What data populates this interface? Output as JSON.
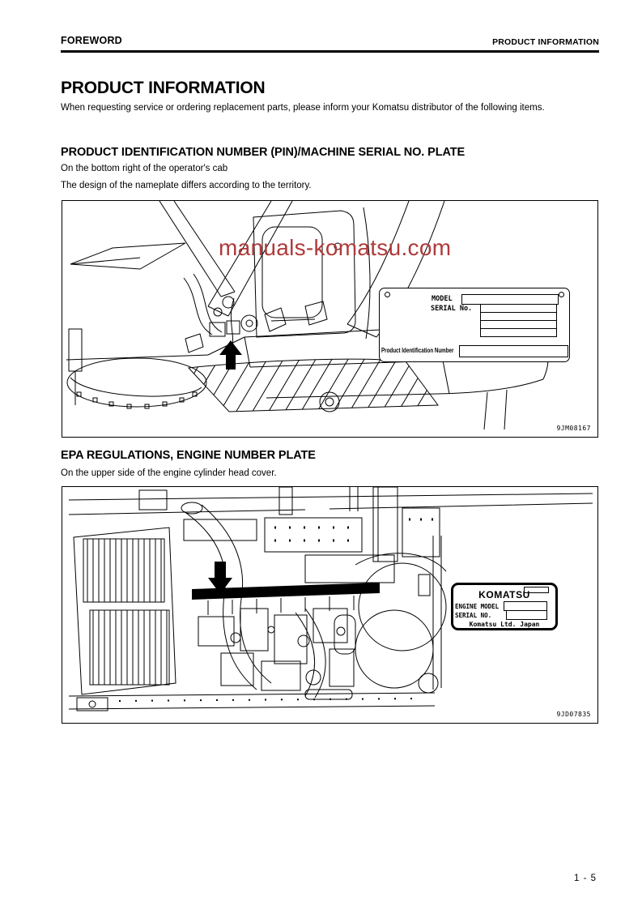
{
  "page": {
    "header": {
      "left": "FOREWORD",
      "right": "PRODUCT INFORMATION"
    },
    "title": "PRODUCT INFORMATION",
    "intro": "When requesting service or ordering replacement parts, please inform your Komatsu distributor of the following items.",
    "sections": [
      {
        "heading": "PRODUCT IDENTIFICATION NUMBER (PIN)/MACHINE SERIAL NO. PLATE",
        "body_lines": [
          "On the bottom right of the operator's cab",
          "The design of the nameplate differs according to the territory."
        ],
        "figure": {
          "watermark": "manuals-komatsu.com",
          "code": "9JM08167",
          "plate": {
            "model_label": "MODEL",
            "serial_label": "SERIAL No.",
            "pin_label": "Product Identification Number"
          }
        }
      },
      {
        "heading": "EPA REGULATIONS, ENGINE NUMBER PLATE",
        "body_lines": [
          "On the upper side of the engine cylinder head cover."
        ],
        "figure": {
          "code": "9JD07835",
          "plate": {
            "brand": "KOMATSU",
            "engine_model_label": "ENGINE MODEL",
            "serial_label": "SERIAL NO.",
            "maker": "Komatsu Ltd. Japan"
          }
        }
      }
    ],
    "footer": {
      "page_number": "1 - 5"
    },
    "colors": {
      "watermark_red": "#b03a3a",
      "ink": "#000000",
      "paper": "#ffffff"
    }
  }
}
